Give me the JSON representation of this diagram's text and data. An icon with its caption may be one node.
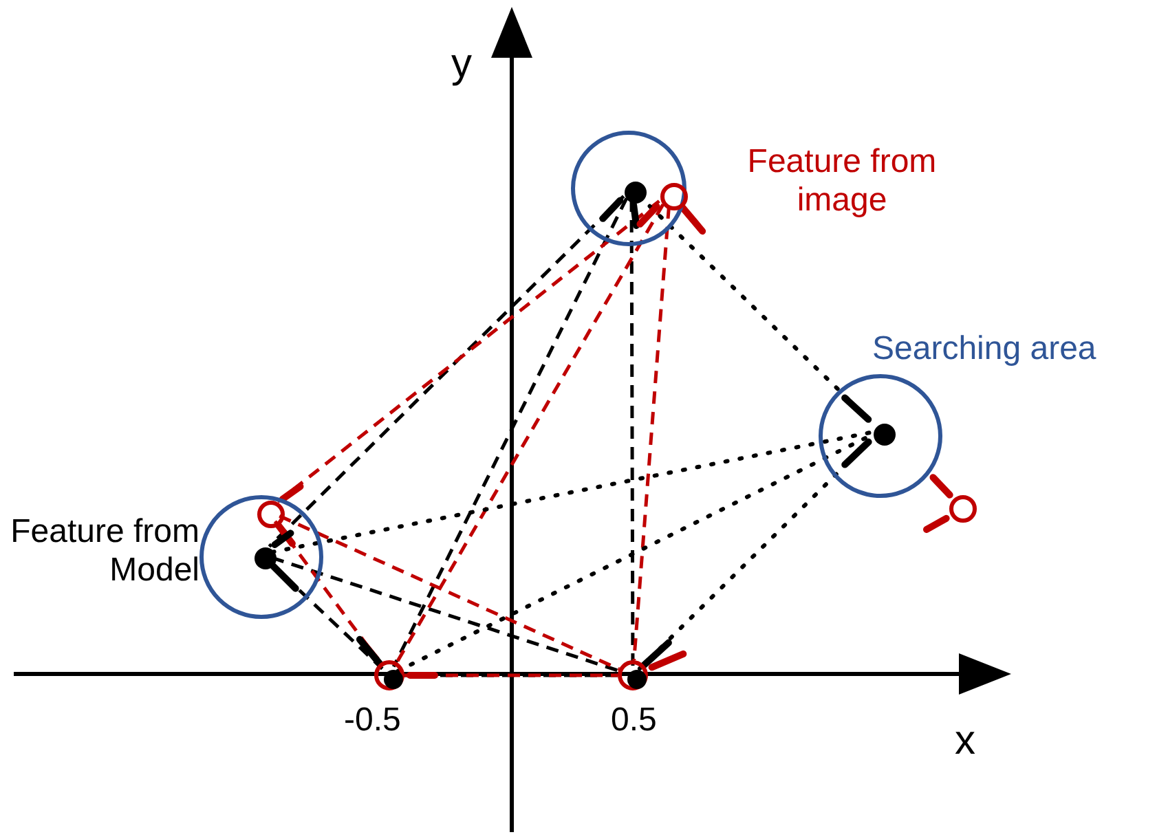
{
  "diagram": {
    "nodes": [
      {
        "text": [],
        "shape": "circle"
      },
      {
        "text": [],
        "shape": "circle",
        "in": 0
      },
      {
        "text": [],
        "shape": "circle",
        "in": 0
      },
      {
        "text": [],
        "shape": "circle"
      },
      {
        "text": [],
        "shape": "circle",
        "in": 3
      },
      {
        "text": [],
        "shape": "circle"
      },
      {
        "text": [],
        "shape": "circle"
      },
      {
        "text": [],
        "shape": "circle",
        "in": 6
      },
      {
        "text": [],
        "shape": "circle",
        "in": 6
      },
      {
        "text": [],
        "shape": "circle"
      },
      {
        "text": [],
        "shape": "circle",
        "in": 9
      },
      {
        "text": [],
        "shape": "circle"
      },
      {
        "text": [],
        "shape": "circle",
        "in": 11
      }
    ],
    "edges": [
      {
        "from": 1,
        "to": 8,
        "arrow": "none",
        "style": "dashed"
      },
      {
        "from": 1,
        "to": 10,
        "arrow": "none",
        "style": "dashed"
      },
      {
        "from": 1,
        "to": 12,
        "arrow": "none",
        "style": "dashed"
      },
      {
        "from": 8,
        "to": 10,
        "arrow": "none",
        "style": "dashed"
      },
      {
        "from": 8,
        "to": 12,
        "arrow": "none",
        "style": "dashed"
      },
      {
        "from": 10,
        "to": 12,
        "arrow": "none",
        "style": "dashed"
      },
      {
        "from": 2,
        "to": 7,
        "arrow": "none",
        "style": "dashed",
        "color": "#c00000"
      },
      {
        "from": 2,
        "to": 9,
        "arrow": "none",
        "style": "dashed",
        "color": "#c00000"
      },
      {
        "from": 2,
        "to": 11,
        "arrow": "none",
        "style": "dashed",
        "color": "#c00000"
      },
      {
        "from": 7,
        "to": 9,
        "arrow": "none",
        "style": "dashed",
        "color": "#c00000"
      },
      {
        "from": 7,
        "to": 11,
        "arrow": "none",
        "style": "dashed",
        "color": "#c00000"
      },
      {
        "from": 9,
        "to": 11,
        "arrow": "none",
        "style": "dashed",
        "color": "#c00000"
      },
      {
        "from": 1,
        "to": 4,
        "arrow": "none"
      },
      {
        "from": 8,
        "to": 4,
        "arrow": "none"
      },
      {
        "from": 10,
        "to": 4,
        "arrow": "none"
      },
      {
        "from": 12,
        "to": 4,
        "arrow": "none"
      }
    ],
    "labels": [
      "y",
      "Feature from image",
      "Searching area",
      "Feature from Model",
      "-0.5",
      "0.5",
      "x"
    ]
  }
}
